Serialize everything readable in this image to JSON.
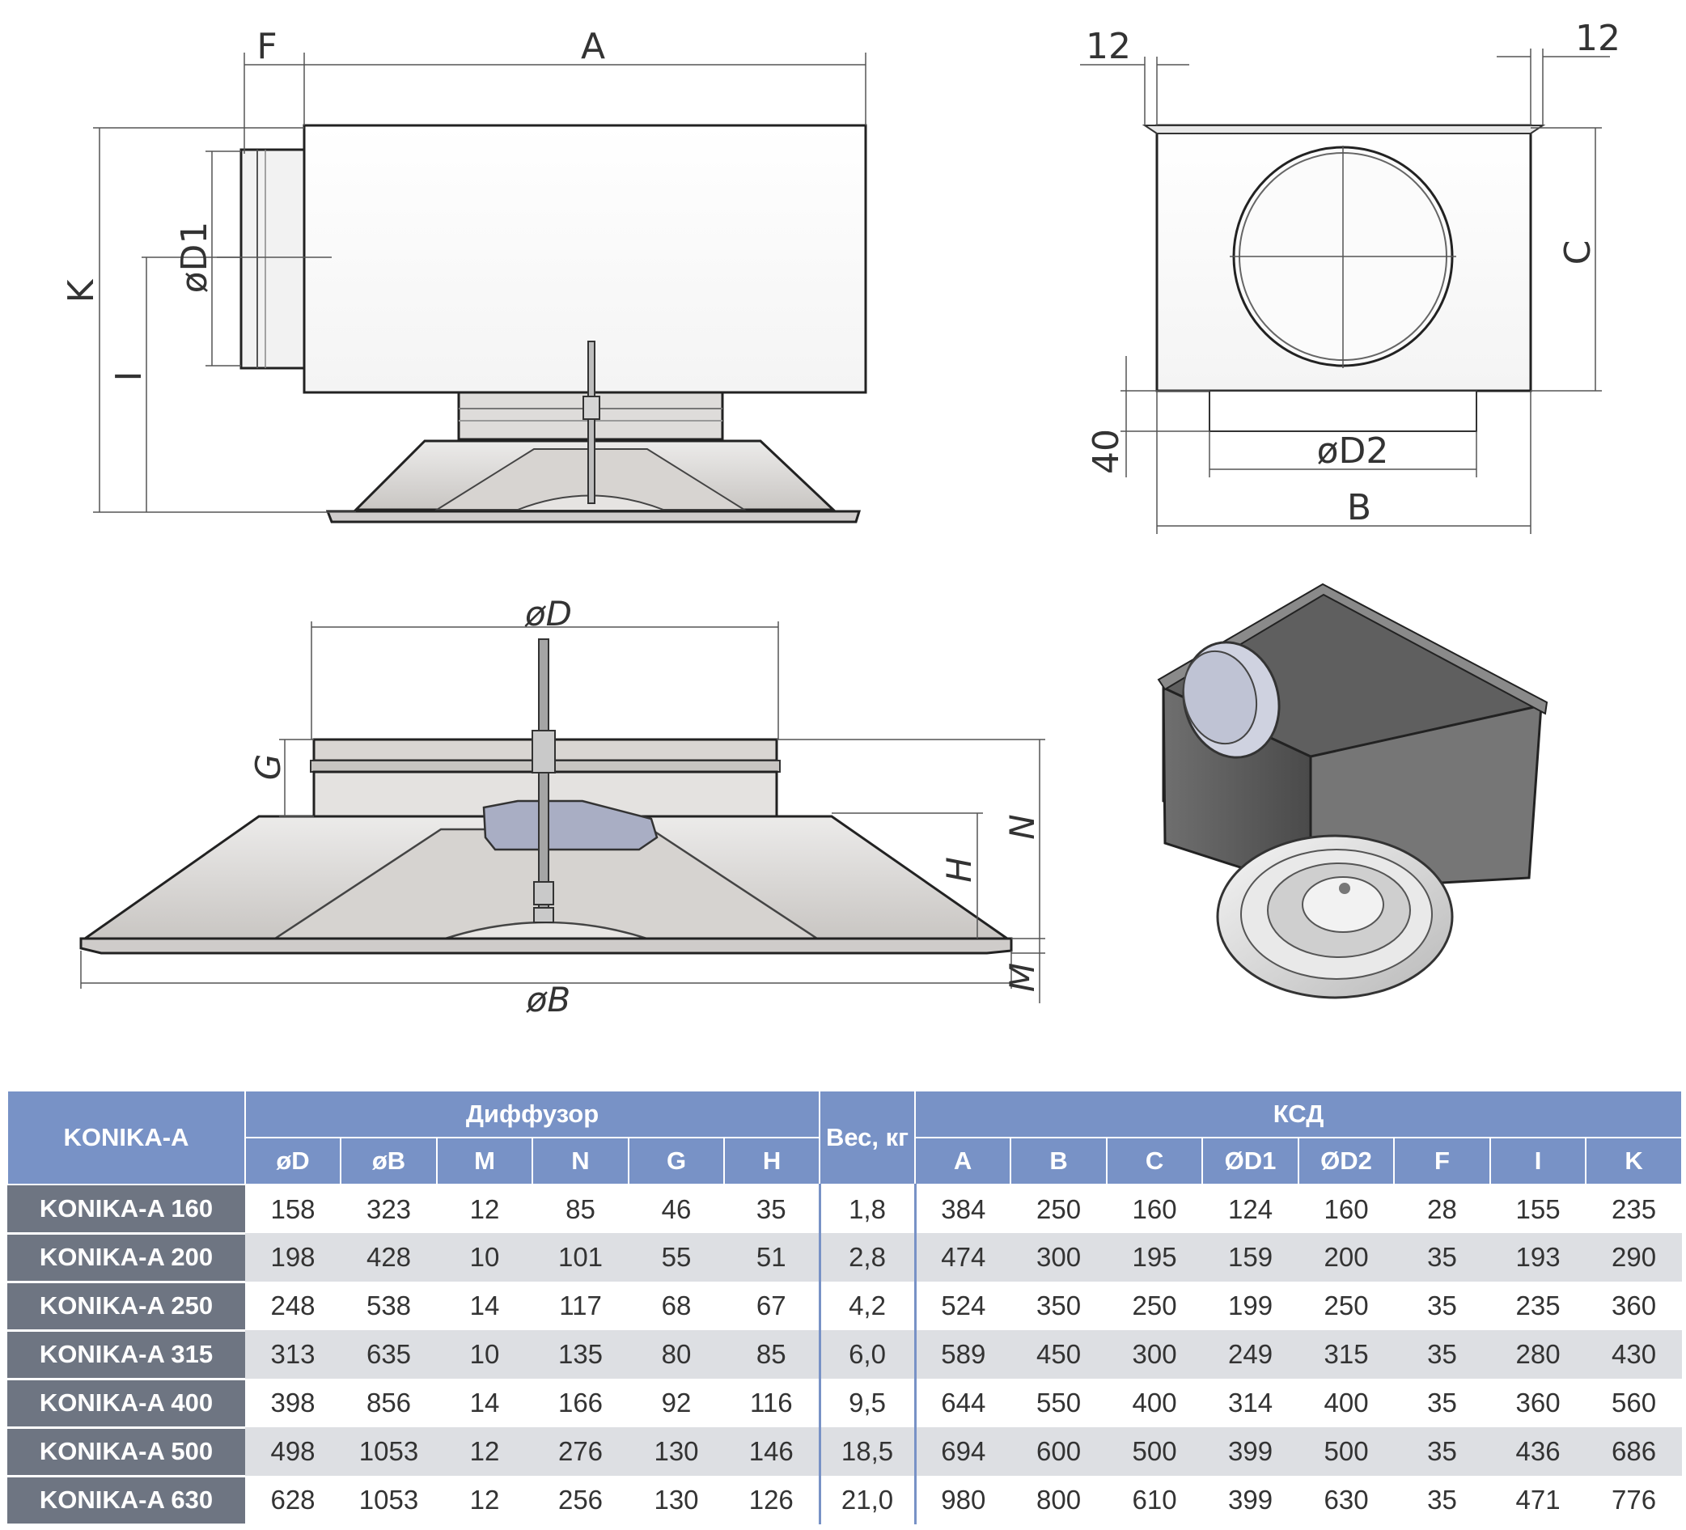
{
  "drawings": {
    "side_view": {
      "labels": {
        "f": "F",
        "a": "A",
        "d1": "øD1",
        "k": "K",
        "i": "I"
      }
    },
    "front_view": {
      "labels": {
        "t1": "12",
        "t2": "12",
        "c": "C",
        "h40": "40",
        "d2": "øD2",
        "b": "B"
      }
    },
    "diffuser_view": {
      "labels": {
        "d": "øD",
        "g": "G",
        "h": "H",
        "n": "N",
        "m": "M",
        "b": "øB"
      }
    },
    "iso_view": {}
  },
  "table": {
    "header": {
      "model": "KONIKA-A",
      "diffuser_group": "Диффузор",
      "weight": "Вес, кг",
      "ksd_group": "КСД",
      "diffuser_cols": [
        "øD",
        "øB",
        "M",
        "N",
        "G",
        "H"
      ],
      "ksd_cols": [
        "A",
        "B",
        "C",
        "ØD1",
        "ØD2",
        "F",
        "I",
        "K"
      ]
    },
    "rows": [
      {
        "model": "KONIKA-A 160",
        "d": "158",
        "b": "323",
        "m": "12",
        "n": "85",
        "g": "46",
        "h": "35",
        "weight": "1,8",
        "ka": "384",
        "kb": "250",
        "kc": "160",
        "d1": "124",
        "d2": "160",
        "f": "28",
        "i": "155",
        "k": "235"
      },
      {
        "model": "KONIKA-A 200",
        "d": "198",
        "b": "428",
        "m": "10",
        "n": "101",
        "g": "55",
        "h": "51",
        "weight": "2,8",
        "ka": "474",
        "kb": "300",
        "kc": "195",
        "d1": "159",
        "d2": "200",
        "f": "35",
        "i": "193",
        "k": "290"
      },
      {
        "model": "KONIKA-A 250",
        "d": "248",
        "b": "538",
        "m": "14",
        "n": "117",
        "g": "68",
        "h": "67",
        "weight": "4,2",
        "ka": "524",
        "kb": "350",
        "kc": "250",
        "d1": "199",
        "d2": "250",
        "f": "35",
        "i": "235",
        "k": "360"
      },
      {
        "model": "KONIKA-A 315",
        "d": "313",
        "b": "635",
        "m": "10",
        "n": "135",
        "g": "80",
        "h": "85",
        "weight": "6,0",
        "ka": "589",
        "kb": "450",
        "kc": "300",
        "d1": "249",
        "d2": "315",
        "f": "35",
        "i": "280",
        "k": "430"
      },
      {
        "model": "KONIKA-A 400",
        "d": "398",
        "b": "856",
        "m": "14",
        "n": "166",
        "g": "92",
        "h": "116",
        "weight": "9,5",
        "ka": "644",
        "kb": "550",
        "kc": "400",
        "d1": "314",
        "d2": "400",
        "f": "35",
        "i": "360",
        "k": "560"
      },
      {
        "model": "KONIKA-A 500",
        "d": "498",
        "b": "1053",
        "m": "12",
        "n": "276",
        "g": "130",
        "h": "146",
        "weight": "18,5",
        "ka": "694",
        "kb": "600",
        "kc": "500",
        "d1": "399",
        "d2": "500",
        "f": "35",
        "i": "436",
        "k": "686"
      },
      {
        "model": "KONIKA-A 630",
        "d": "628",
        "b": "1053",
        "m": "12",
        "n": "256",
        "g": "130",
        "h": "126",
        "weight": "21,0",
        "ka": "980",
        "kb": "800",
        "kc": "610",
        "d1": "399",
        "d2": "630",
        "f": "35",
        "i": "471",
        "k": "776"
      }
    ]
  }
}
